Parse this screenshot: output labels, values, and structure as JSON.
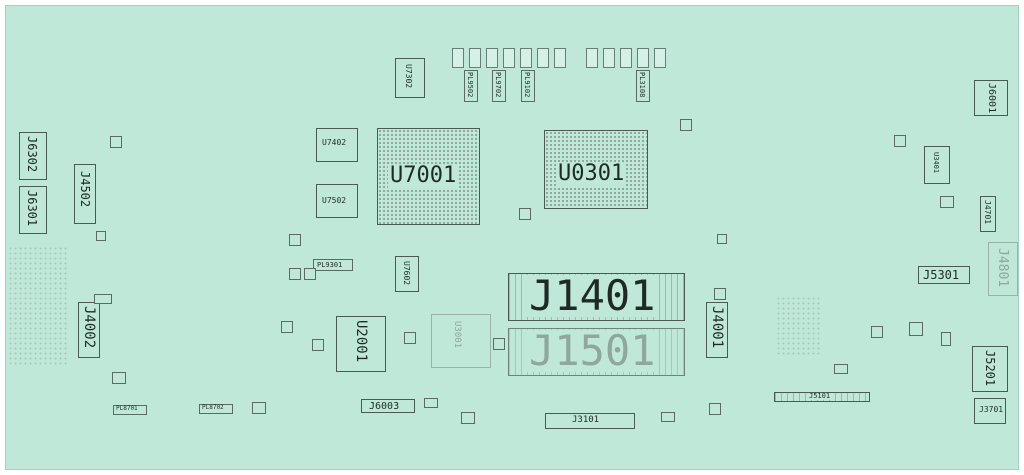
{
  "board": {
    "background": "#bfe8d9",
    "ink": "#1f2a26",
    "faint_ink": "#8fa79d"
  },
  "labels": {
    "U7001": "U7001",
    "U0301": "U0301",
    "J1401": "J1401",
    "J1501": "J1501",
    "U2001": "U2001",
    "U3001": "U3001",
    "U7402": "U7402",
    "U7502": "U7502",
    "U7302": "U7302",
    "U7602": "U7602",
    "PL9301": "PL9301",
    "J6302": "J6302",
    "J6301": "J6301",
    "J4502": "J4502",
    "J4002": "J4002",
    "J4001": "J4001",
    "J6001": "J6001",
    "U3401": "U3401",
    "J4701": "J4701",
    "J4801": "J4801",
    "J5301": "J5301",
    "J5201": "J5201",
    "J5101": "J5101",
    "J3701": "J3701",
    "J3101": "J3101",
    "J6003": "J6003",
    "PL8701": "PL8701",
    "PL8702": "PL8702",
    "PL9502": "PL9502",
    "PL9702": "PL9702",
    "PL9102": "PL9102",
    "PL3108": "PL3108"
  }
}
